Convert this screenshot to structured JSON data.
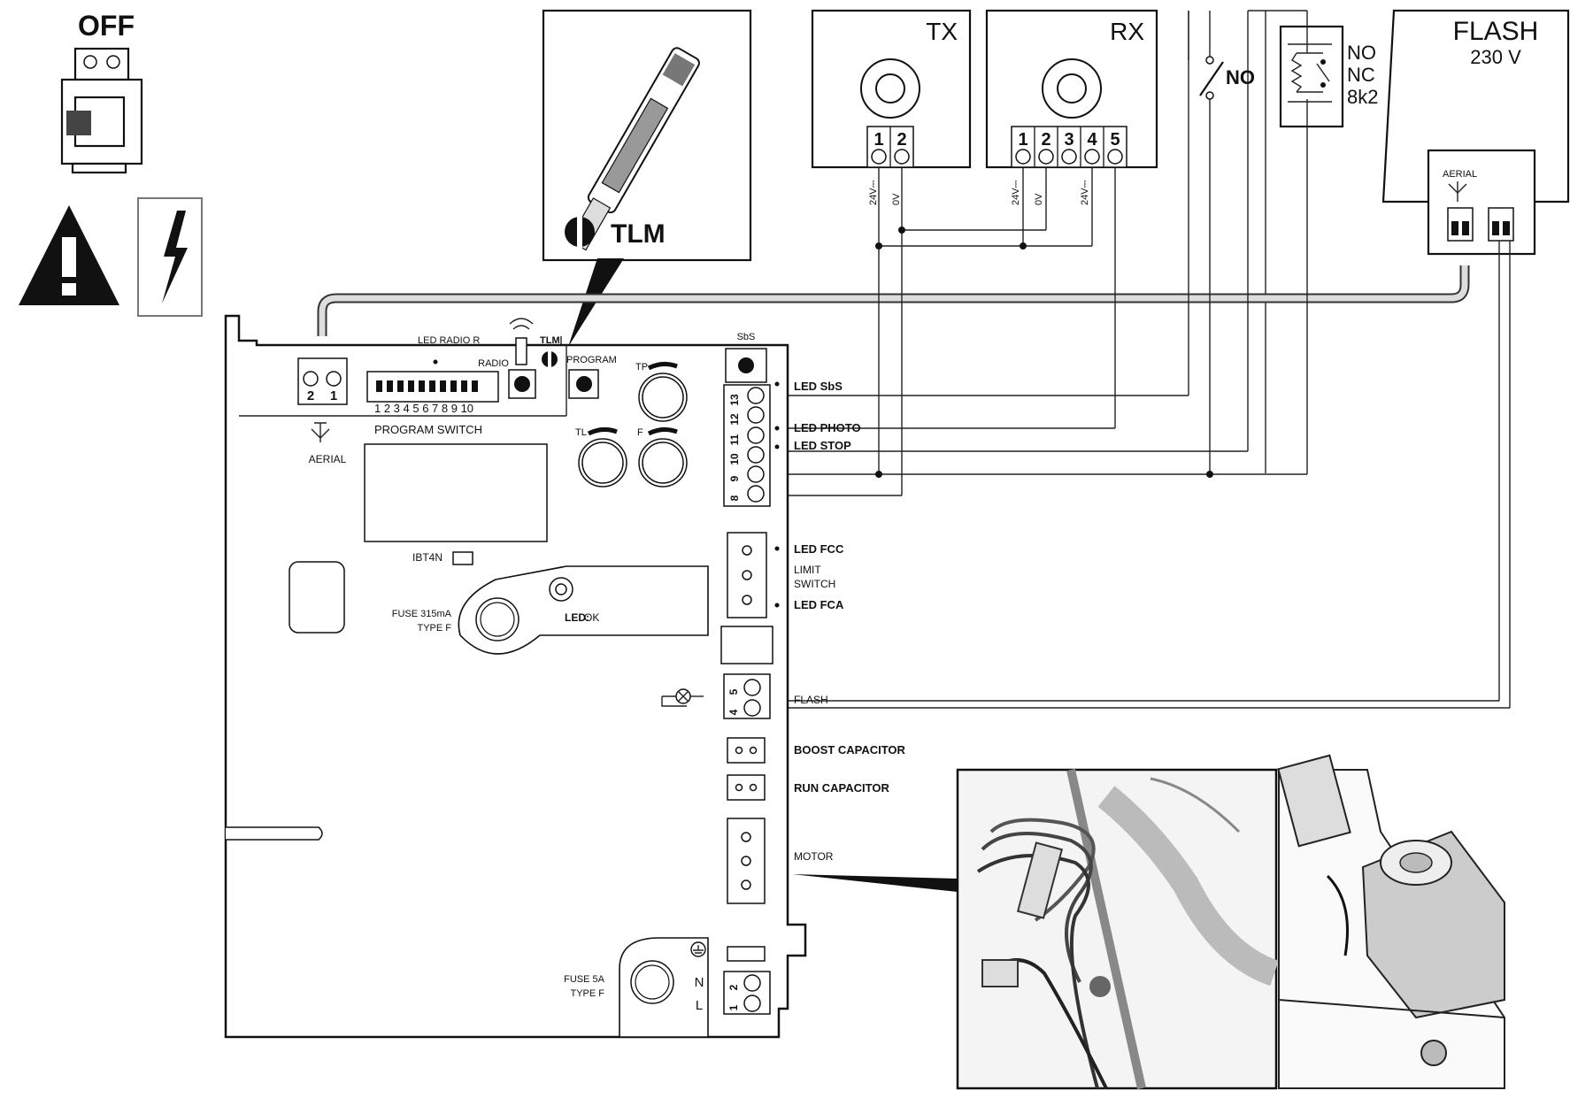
{
  "breaker": {
    "label": "OFF"
  },
  "knife": {
    "label": "TLM"
  },
  "tx": {
    "title": "TX",
    "terminals": [
      "1",
      "2"
    ],
    "voltages": [
      "24V⎓",
      "0V"
    ]
  },
  "rx": {
    "title": "RX",
    "terminals": [
      "1",
      "2",
      "3",
      "4",
      "5"
    ],
    "voltages": [
      "24V⎓",
      "0V",
      "24V⎓"
    ]
  },
  "switch_no": {
    "label": "NO"
  },
  "safety_edge": {
    "labels": [
      "NO",
      "NC",
      "8k2"
    ]
  },
  "flash": {
    "title": "FLASH",
    "voltage": "230 V",
    "aerial": "AERIAL"
  },
  "board": {
    "led_radio": "LED RADIO R",
    "led_radio_bold": "LED",
    "radio": "RADIO",
    "tlm": "TLM",
    "program": "PROGRAM",
    "dip_numbers": "1 2 3 4 5 6 7 8 9 10",
    "program_switch": "PROGRAM SWITCH",
    "aerial": "AERIAL",
    "aerial_terminals": [
      "2",
      "1"
    ],
    "ibt4n": "IBT4N",
    "fuse1": [
      "FUSE 315mA",
      "TYPE F"
    ],
    "led_ok": "LED:",
    "led_ok_val": "OK",
    "fuse2": [
      "FUSE 5A",
      "TYPE F"
    ],
    "tp": "TP",
    "tl": "TL",
    "f": "F",
    "sbs": "SbS",
    "terminal_numbers": [
      "13",
      "12",
      "11",
      "10",
      "9",
      "8"
    ],
    "flash_terminals": [
      "5",
      "4"
    ],
    "power_terminals": [
      "2",
      "1"
    ],
    "n": "N",
    "l": "L"
  },
  "labels": {
    "led_sbs": "LED SbS",
    "led_photo": "LED PHOTO",
    "led_stop": "LED STOP",
    "led_fcc": "LED FCC",
    "limit_switch": [
      "LIMIT",
      "SWITCH"
    ],
    "led_fca": "LED FCA",
    "flash": "FLASH",
    "boost_capacitor": "BOOST CAPACITOR",
    "run_capacitor": "RUN CAPACITOR",
    "motor": "MOTOR"
  }
}
